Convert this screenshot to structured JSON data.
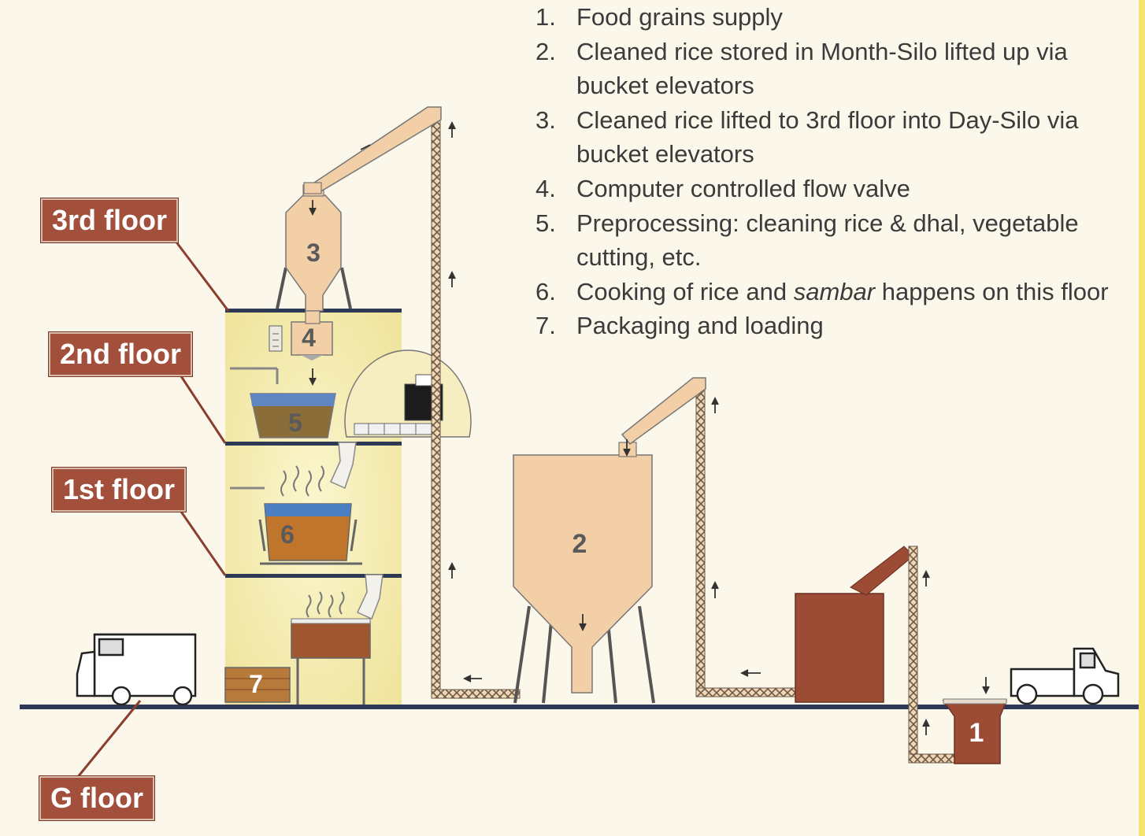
{
  "floors": {
    "third": "3rd floor",
    "second": "2nd floor",
    "first": "1st floor",
    "ground": "G floor"
  },
  "legend": [
    {
      "num": "1.",
      "text": "Food grains supply"
    },
    {
      "num": "2.",
      "text": "Cleaned rice stored in Month-Silo lifted up via bucket elevators"
    },
    {
      "num": "3.",
      "text": "Cleaned rice lifted to 3rd floor into Day-Silo via bucket elevators"
    },
    {
      "num": "4.",
      "text": "Computer controlled flow valve"
    },
    {
      "num": "5.",
      "text": "Preprocessing: cleaning rice & dhal, vegetable cutting, etc."
    },
    {
      "num": "6.",
      "text_before": "Cooking of rice and ",
      "text_italic": "sambar",
      "text_after": " happens on this floor"
    },
    {
      "num": "7.",
      "text": "Packaging and loading"
    }
  ],
  "markers": {
    "m1": "1",
    "m2": "2",
    "m3": "3",
    "m4": "4",
    "m5": "5",
    "m6": "6",
    "m7": "7"
  },
  "colors": {
    "floor_tag": "#a24f3c",
    "silo": "#f2cfa6",
    "building": "#f7f0b8",
    "ground_line": "#2e3a55",
    "hopper": "#9c4b34"
  }
}
